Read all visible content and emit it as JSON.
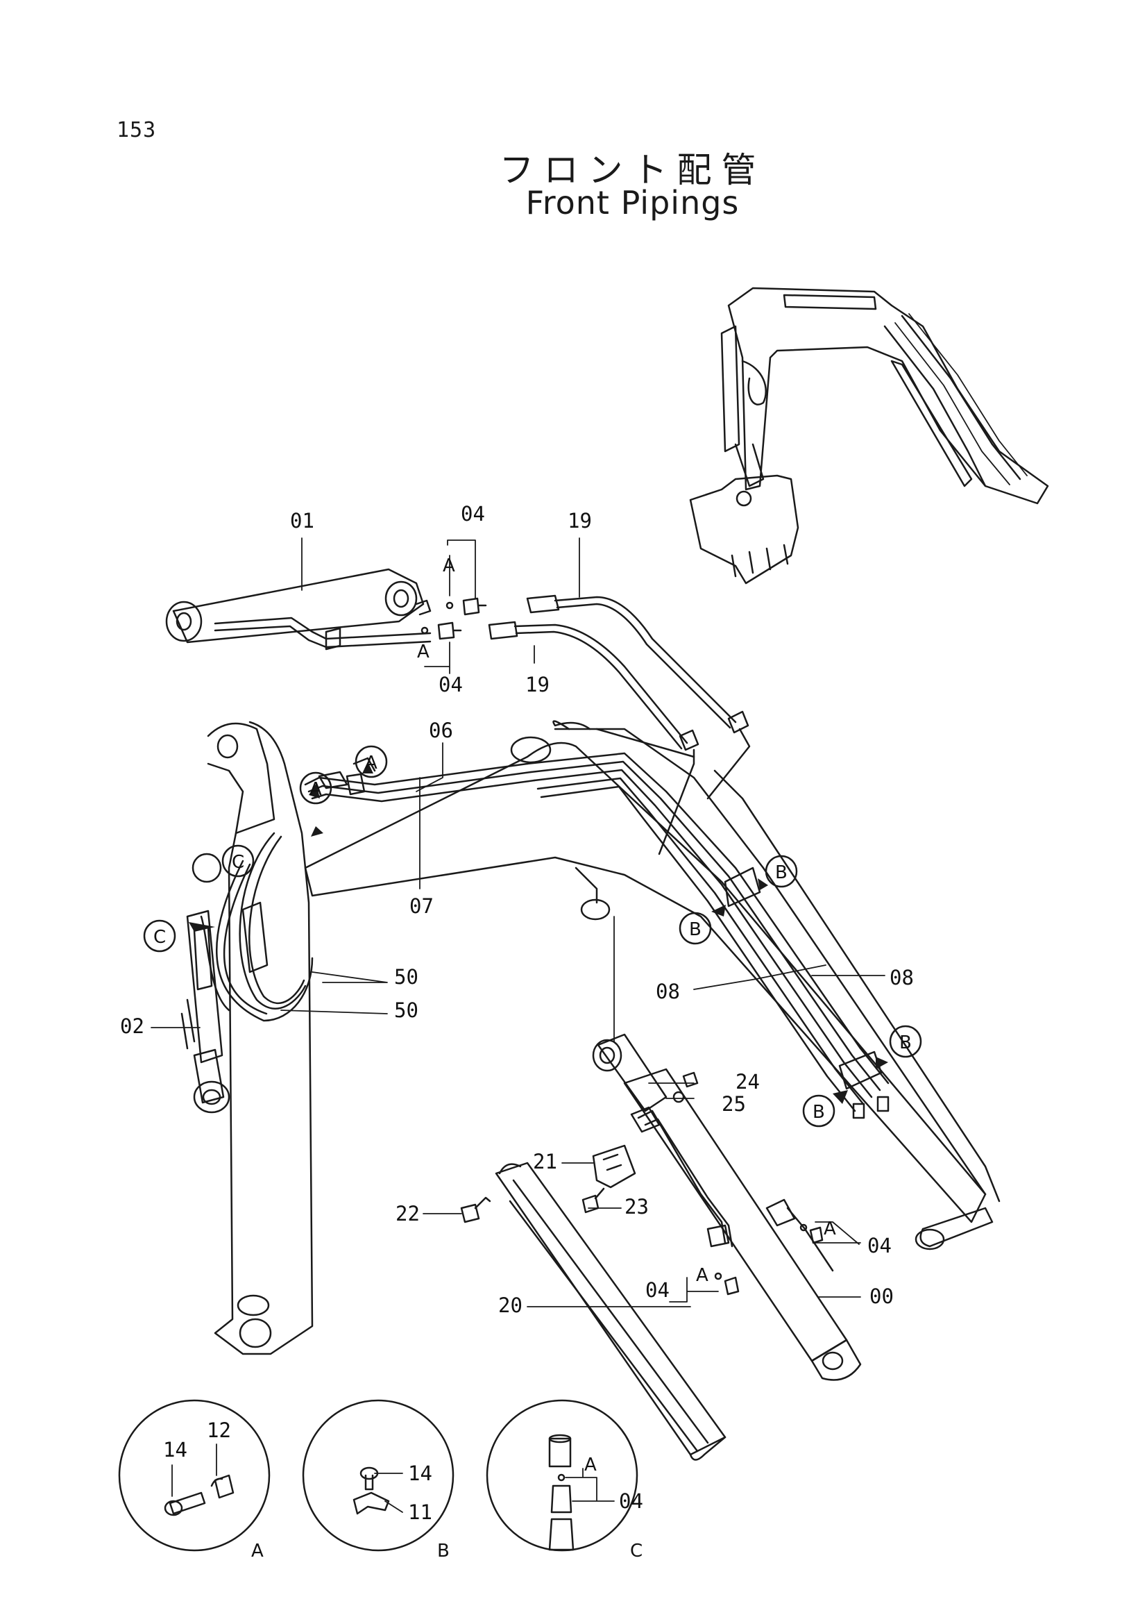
{
  "page": {
    "number": "153"
  },
  "title": {
    "japanese": "フロント配管",
    "english": "Front Pipings"
  },
  "part_labels": {
    "p01": "01",
    "p02": "02",
    "p04a": "04",
    "p04b": "04",
    "p04c": "04",
    "p04d": "04",
    "p06": "06",
    "p07": "07",
    "p08a": "08",
    "p08b": "08",
    "p19a": "19",
    "p19b": "19",
    "p20": "20",
    "p21": "21",
    "p22": "22",
    "p23": "23",
    "p24": "24",
    "p25": "25",
    "p50a": "50",
    "p50b": "50",
    "p00": "00"
  },
  "reference_markers": {
    "a1": "A",
    "a2": "A",
    "a3": "A",
    "a4": "A",
    "a5": "A",
    "a6": "A",
    "b1": "B",
    "b2": "B",
    "b3": "B",
    "b4": "B",
    "c1": "C",
    "c2": "C"
  },
  "detail_views": {
    "A": {
      "caption": "A",
      "labels": {
        "l14": "14",
        "l12": "12"
      }
    },
    "B": {
      "caption": "B",
      "labels": {
        "l14": "14",
        "l11": "11"
      }
    },
    "C": {
      "caption": "C",
      "labels": {
        "la": "A",
        "l04": "04"
      }
    }
  }
}
